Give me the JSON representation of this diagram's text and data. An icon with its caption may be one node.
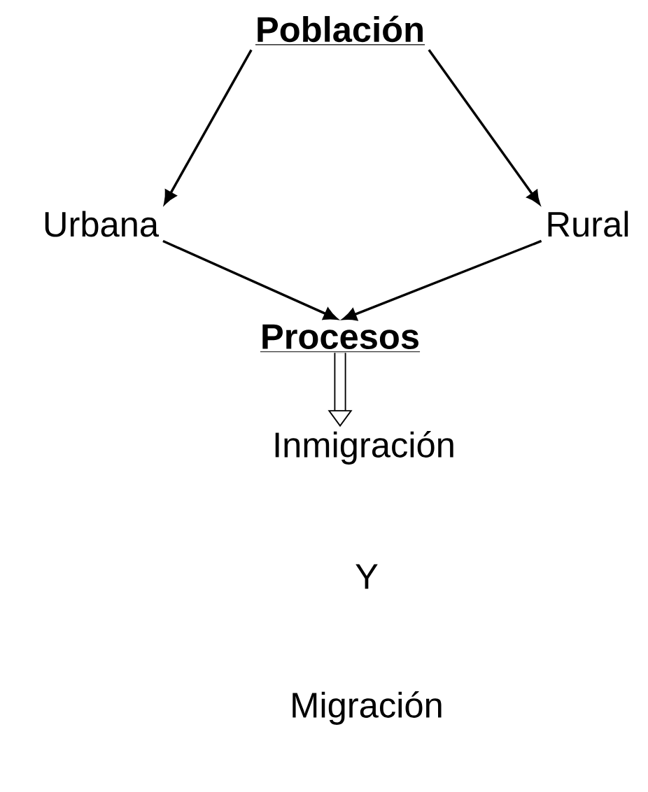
{
  "diagram": {
    "nodes": [
      {
        "text": [
          "**Población**"
        ]
      },
      {
        "text": [
          "Urbana"
        ]
      },
      {
        "text": [
          "Rural"
        ]
      },
      {
        "text": [
          "**Procesos**"
        ]
      },
      {
        "text": [
          "Inmigración"
        ]
      }
    ],
    "edges": [
      {
        "from": 0,
        "to": 1,
        "arrow": "to"
      },
      {
        "from": 0,
        "to": 2,
        "arrow": "to"
      },
      {
        "from": 1,
        "to": 3,
        "arrow": "to"
      },
      {
        "from": 2,
        "to": 3,
        "arrow": "to"
      },
      {
        "from": 3,
        "to": 4,
        "arrow": "to",
        "style": "thick"
      }
    ],
    "labels": [
      "Y",
      "Migración"
    ]
  }
}
